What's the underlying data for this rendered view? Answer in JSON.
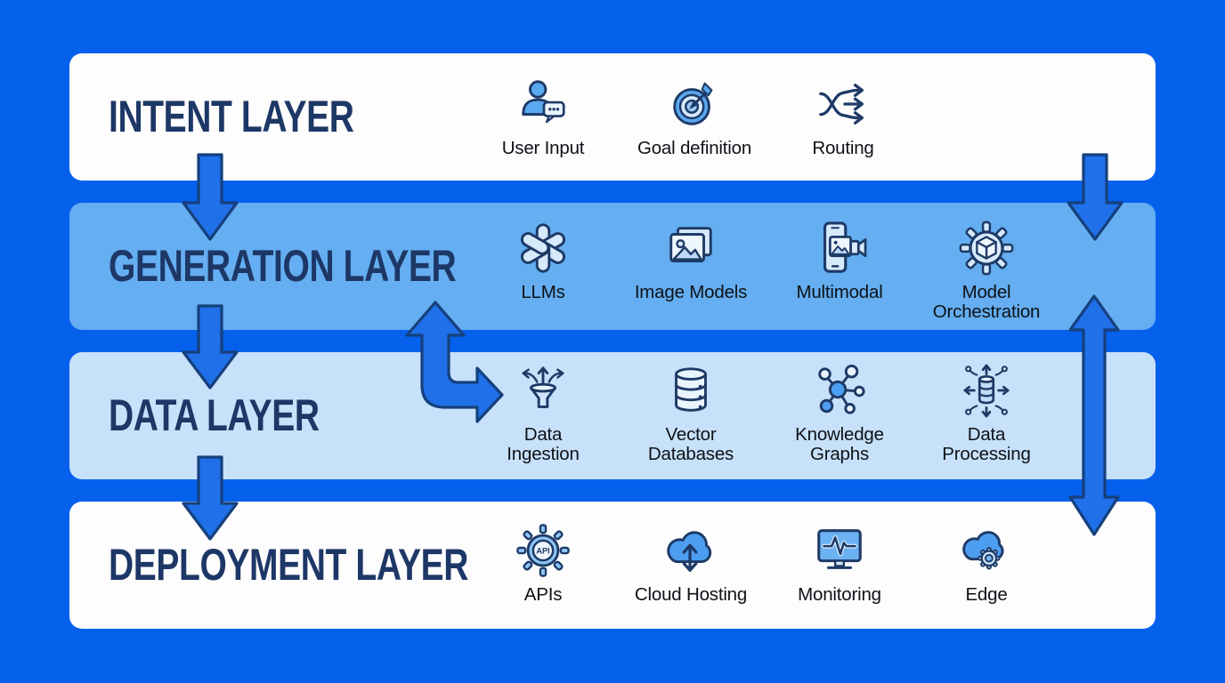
{
  "layers": [
    {
      "title": "INTENT LAYER",
      "items": [
        {
          "label": "User Input",
          "icon": "user-input"
        },
        {
          "label": "Goal definition",
          "icon": "goal-definition"
        },
        {
          "label": "Routing",
          "icon": "routing"
        }
      ]
    },
    {
      "title": "GENERATION LAYER",
      "items": [
        {
          "label": "LLMs",
          "icon": "llm-knot"
        },
        {
          "label": "Image Models",
          "icon": "image-models"
        },
        {
          "label": "Multimodal",
          "icon": "multimodal"
        },
        {
          "label": "Model\nOrchestration",
          "icon": "model-orchestration"
        }
      ]
    },
    {
      "title": "DATA LAYER",
      "items": [
        {
          "label": "Data\nIngestion",
          "icon": "data-ingestion"
        },
        {
          "label": "Vector\nDatabases",
          "icon": "vector-database"
        },
        {
          "label": "Knowledge\nGraphs",
          "icon": "knowledge-graph"
        },
        {
          "label": "Data\nProcessing",
          "icon": "data-processing"
        }
      ]
    },
    {
      "title": "DEPLOYMENT LAYER",
      "items": [
        {
          "label": "APIs",
          "icon": "api-gear",
          "icon_text": "API"
        },
        {
          "label": "Cloud Hosting",
          "icon": "cloud-hosting"
        },
        {
          "label": "Monitoring",
          "icon": "monitoring"
        },
        {
          "label": "Edge",
          "icon": "edge-cloud"
        }
      ]
    }
  ],
  "colors": {
    "background": "#0560ec",
    "bar_white": "#fdfdfe",
    "bar_generation": "#64aef1",
    "bar_data": "#c7e1fa",
    "arrow_fill": "#1f70e9",
    "arrow_stroke": "#16407c",
    "title_text": "#1d3766",
    "label_text": "#0e1116",
    "icon_stroke": "#1e3a66"
  }
}
